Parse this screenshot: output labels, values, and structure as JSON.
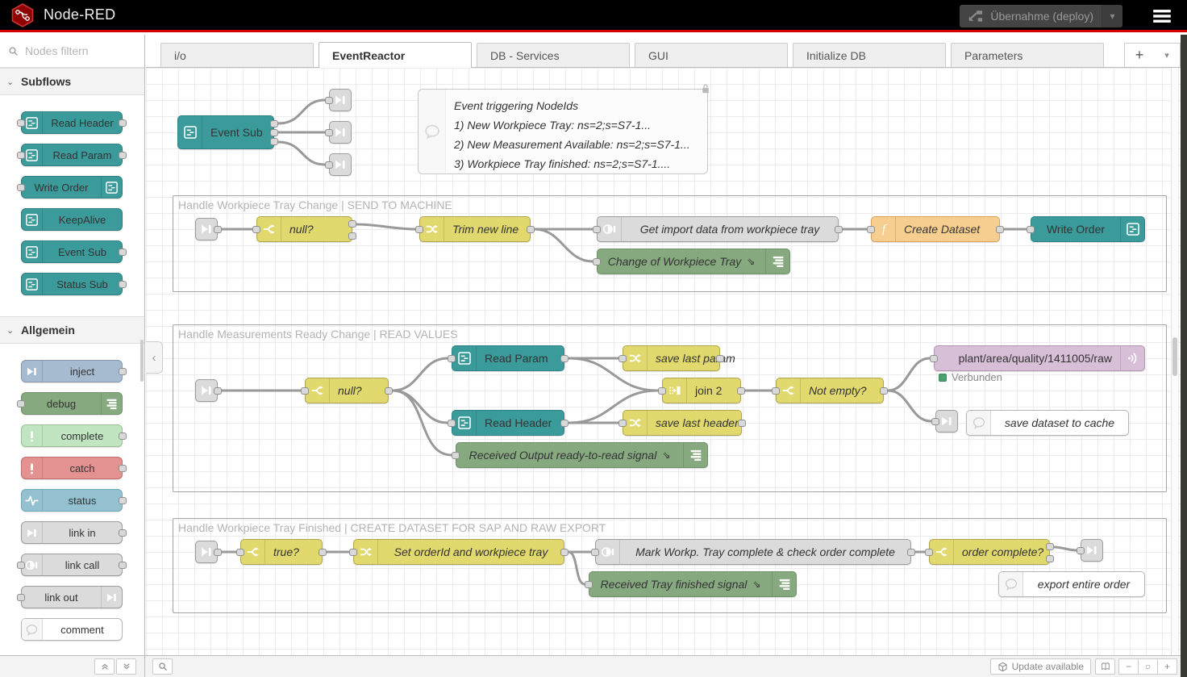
{
  "header": {
    "title": "Node-RED",
    "deploy_label": "Übernahme (deploy)"
  },
  "icons": {
    "caret_down": "▾",
    "plus": "+",
    "minus": "−",
    "zoom_reset": "○",
    "collapse_left": "‹",
    "section_chevron": "⌄"
  },
  "palette": {
    "search_placeholder": "Nodes filtern",
    "sections": [
      {
        "label": "Subflows",
        "items": [
          {
            "label": "Read Header"
          },
          {
            "label": "Read Param"
          },
          {
            "label": "Write Order"
          },
          {
            "label": "KeepAlive"
          },
          {
            "label": "Event Sub"
          },
          {
            "label": "Status Sub"
          }
        ]
      },
      {
        "label": "Allgemein",
        "items": [
          {
            "label": "inject"
          },
          {
            "label": "debug"
          },
          {
            "label": "complete"
          },
          {
            "label": "catch"
          },
          {
            "label": "status"
          },
          {
            "label": "link in"
          },
          {
            "label": "link call"
          },
          {
            "label": "link out"
          },
          {
            "label": "comment"
          }
        ]
      }
    ]
  },
  "workspace": {
    "tabs": [
      "i/o",
      "EventReactor",
      "DB - Services",
      "GUI",
      "Initialize DB",
      "Parameters"
    ],
    "active_tab": "EventReactor"
  },
  "canvas": {
    "glyphs": {
      "debug_target": "⇘"
    },
    "comment": {
      "lines": [
        "Event triggering NodeIds",
        "1) New Workpiece Tray: ns=2;s=S7-1...",
        "2) New Measurement Available: ns=2;s=S7-1...",
        "3) Workpiece Tray finished: ns=2;s=S7-1...."
      ]
    },
    "groups": [
      {
        "title": "Handle Workpiece Tray Change | SEND TO MACHINE"
      },
      {
        "title": "Handle Measurements Ready Change | READ VALUES"
      },
      {
        "title": "Handle Workpiece Tray Finished | CREATE DATASET FOR SAP AND RAW EXPORT"
      }
    ],
    "nodes": {
      "event_sub": {
        "label": "Event Sub"
      },
      "g1_null": {
        "label": "null?"
      },
      "g1_trim": {
        "label": "Trim new line"
      },
      "g1_getimport": {
        "label": "Get import data from workpiece tray"
      },
      "g1_change_dbg": {
        "label": "Change of Workpiece Tray"
      },
      "g1_create": {
        "label": "Create Dataset"
      },
      "g1_write": {
        "label": "Write Order"
      },
      "g2_null": {
        "label": "null?"
      },
      "g2_read_param": {
        "label": "Read Param"
      },
      "g2_read_header": {
        "label": "Read Header"
      },
      "g2_save_param": {
        "label": "save last param"
      },
      "g2_join": {
        "label": "join 2"
      },
      "g2_save_header": {
        "label": "save last header"
      },
      "g2_notempty": {
        "label": "Not empty?"
      },
      "g2_mqtt": {
        "label": "plant/area/quality/1411005/raw",
        "status": "Verbunden"
      },
      "g2_cache_note": {
        "label": "save dataset to cache"
      },
      "g2_recv_dbg": {
        "label": "Received Output ready-to-read signal"
      },
      "g3_true": {
        "label": "true?"
      },
      "g3_setorder": {
        "label": "Set orderId and workpiece tray"
      },
      "g3_mark": {
        "label": "Mark Workp. Tray complete & check order complete"
      },
      "g3_tray_dbg": {
        "label": "Received Tray finished signal"
      },
      "g3_ordercomp": {
        "label": "order complete?"
      },
      "g3_export_note": {
        "label": "export entire order"
      }
    }
  },
  "footer": {
    "update_label": "Update available"
  }
}
